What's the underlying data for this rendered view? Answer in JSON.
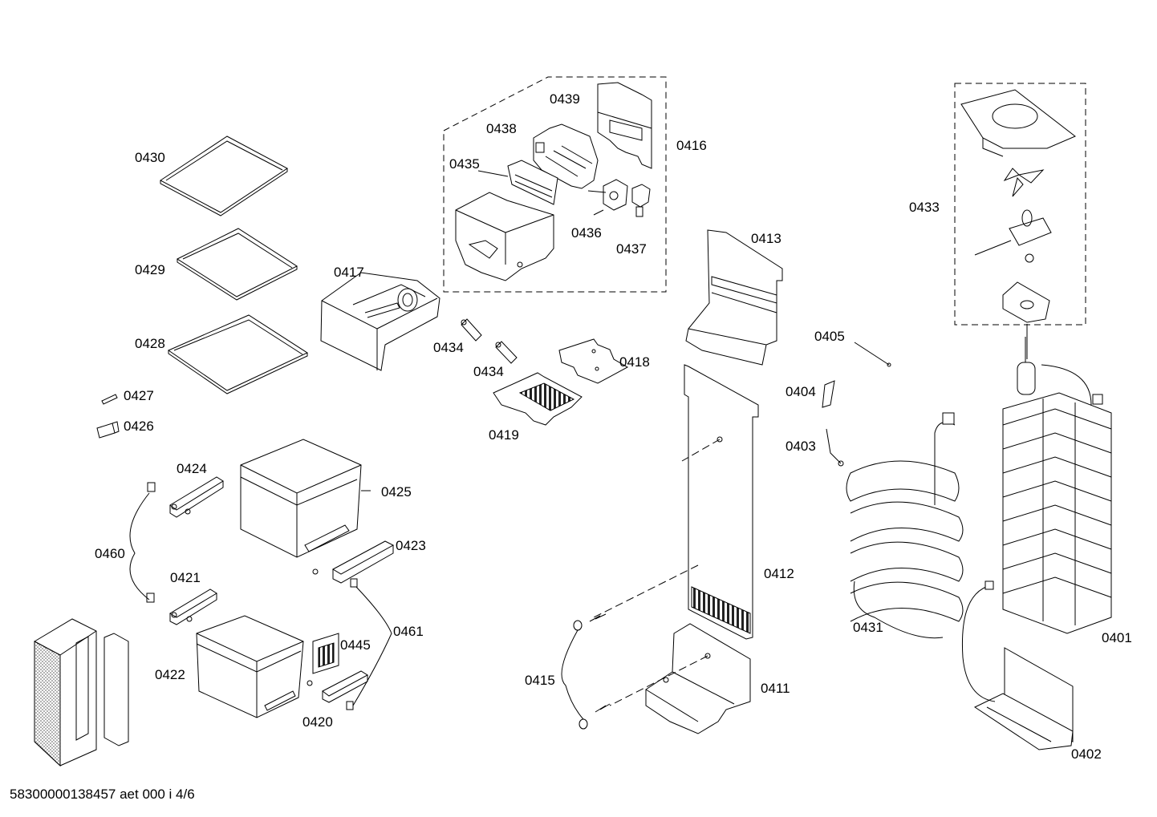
{
  "labels": {
    "p0401": "0401",
    "p0402": "0402",
    "p0403": "0403",
    "p0404": "0404",
    "p0405": "0405",
    "p0411": "0411",
    "p0412": "0412",
    "p0413": "0413",
    "p0415": "0415",
    "p0416": "0416",
    "p0417": "0417",
    "p0418": "0418",
    "p0419": "0419",
    "p0420": "0420",
    "p0421": "0421",
    "p0422": "0422",
    "p0423": "0423",
    "p0424": "0424",
    "p0425": "0425",
    "p0426": "0426",
    "p0427": "0427",
    "p0428": "0428",
    "p0429": "0429",
    "p0430": "0430",
    "p0431": "0431",
    "p0433": "0433",
    "p0434a": "0434",
    "p0434b": "0434",
    "p0435": "0435",
    "p0436": "0436",
    "p0437": "0437",
    "p0438": "0438",
    "p0439": "0439",
    "p0445": "0445",
    "p0460": "0460",
    "p0461": "0461"
  },
  "footer": "58300000138457 aet 000 i 4/6"
}
